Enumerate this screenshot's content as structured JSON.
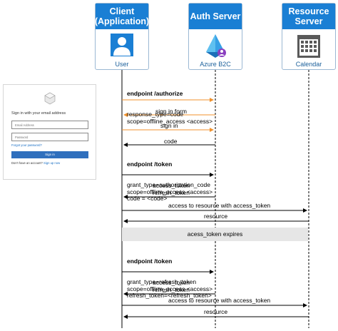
{
  "actors": {
    "client": {
      "title": "Client (Application)",
      "subtitle": "User"
    },
    "auth": {
      "title": "Auth Server",
      "subtitle": "Azure B2C"
    },
    "resource": {
      "title": "Resource Server",
      "subtitle": "Calendar"
    }
  },
  "login_card": {
    "title": "Sign in with your email address",
    "email_placeholder": "Email Address",
    "password_placeholder": "Password",
    "forgot_link": "Forgot your password?",
    "sign_in_button": "Sign in",
    "no_account": "Don't have an account?",
    "sign_up_link": "Sign up now"
  },
  "messages": {
    "authorize_title": "endpoint /authorize",
    "authorize_lines": "response_type=code\nscope=offline_access <access>",
    "sign_in_form": "sign in form",
    "sign_in": "sign in",
    "code": "code",
    "token1_title": "endpoint /token",
    "token1_lines": "grant_type=authorization_code\nscope=offline_access <access>\ncode = <code>",
    "tokens1": "access_token\nrefresh_token",
    "access1": "access to resource with access_token",
    "resource1": "resource",
    "expires": "acess_token expires",
    "token2_title": "endpoint /token",
    "token2_lines": "grant_type=refresh_token\nscope=offline_access <access>\nrefresh_token=<refresh_token>",
    "tokens2": "access_token\nrefresh_token",
    "access2": "access to resource with access_token",
    "resource2": "resource"
  },
  "colors": {
    "actor_header": "#1a7fd4",
    "orange_arrow": "#f0922e",
    "band": "#e6e6e6"
  },
  "icons": {
    "client": "user-icon",
    "auth": "azure-b2c-icon",
    "resource": "calendar-icon"
  }
}
